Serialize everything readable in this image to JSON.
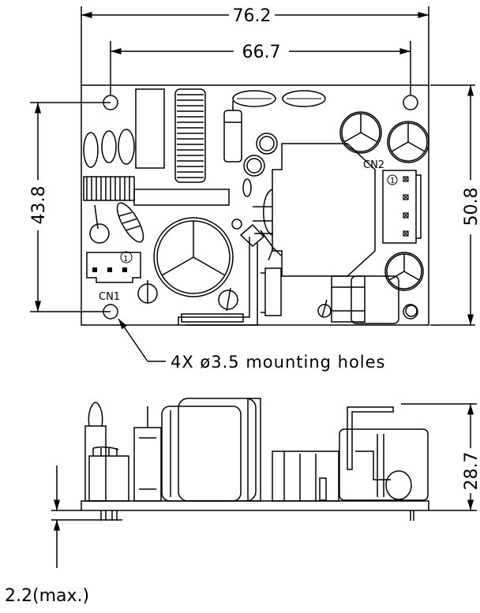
{
  "dimensions": {
    "overall_width": "76.2",
    "hole_spacing_width": "66.7",
    "hole_spacing_height": "43.8",
    "overall_height": "50.8",
    "component_height": "28.7",
    "pin_length": "2.2(max.)"
  },
  "labels": {
    "cn1": "CN1",
    "cn2": "CN2",
    "cn1_pin": "1",
    "cn2_pin": "1",
    "mounting_note": "4X ø3.5 mounting holes"
  }
}
